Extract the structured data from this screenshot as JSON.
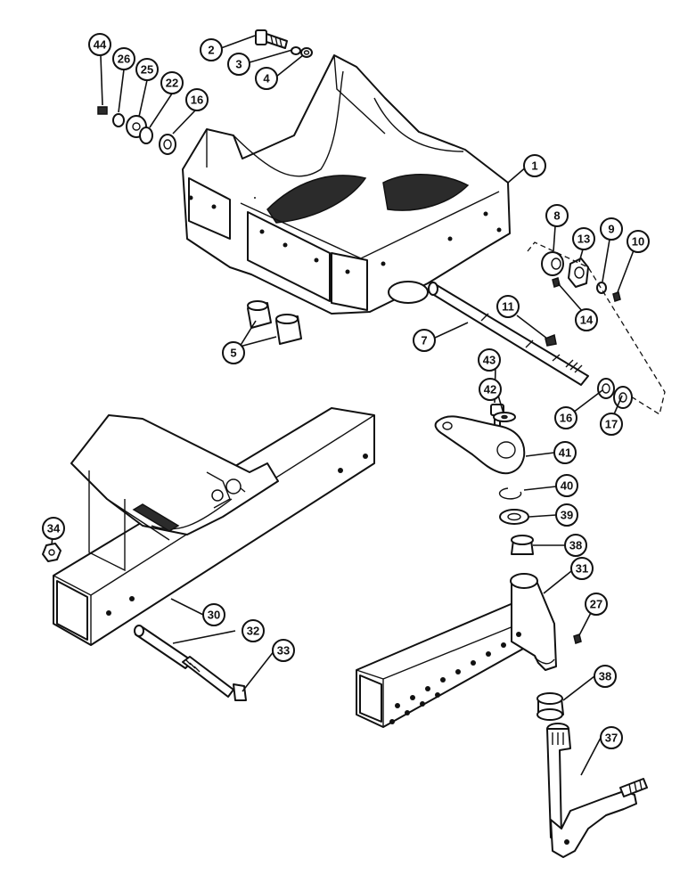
{
  "diagram": {
    "callouts": [
      {
        "label": "44"
      },
      {
        "label": "26"
      },
      {
        "label": "25"
      },
      {
        "label": "22"
      },
      {
        "label": "16"
      },
      {
        "label": "2"
      },
      {
        "label": "3"
      },
      {
        "label": "4"
      },
      {
        "label": "1"
      },
      {
        "label": "8"
      },
      {
        "label": "13"
      },
      {
        "label": "9"
      },
      {
        "label": "10"
      },
      {
        "label": "14"
      },
      {
        "label": "11"
      },
      {
        "label": "7"
      },
      {
        "label": "5"
      },
      {
        "label": "43"
      },
      {
        "label": "42"
      },
      {
        "label": "16"
      },
      {
        "label": "17"
      },
      {
        "label": "41"
      },
      {
        "label": "40"
      },
      {
        "label": "39"
      },
      {
        "label": "38"
      },
      {
        "label": "31"
      },
      {
        "label": "27"
      },
      {
        "label": "34"
      },
      {
        "label": "30"
      },
      {
        "label": "32"
      },
      {
        "label": "33"
      },
      {
        "label": "38"
      },
      {
        "label": "37"
      }
    ]
  }
}
